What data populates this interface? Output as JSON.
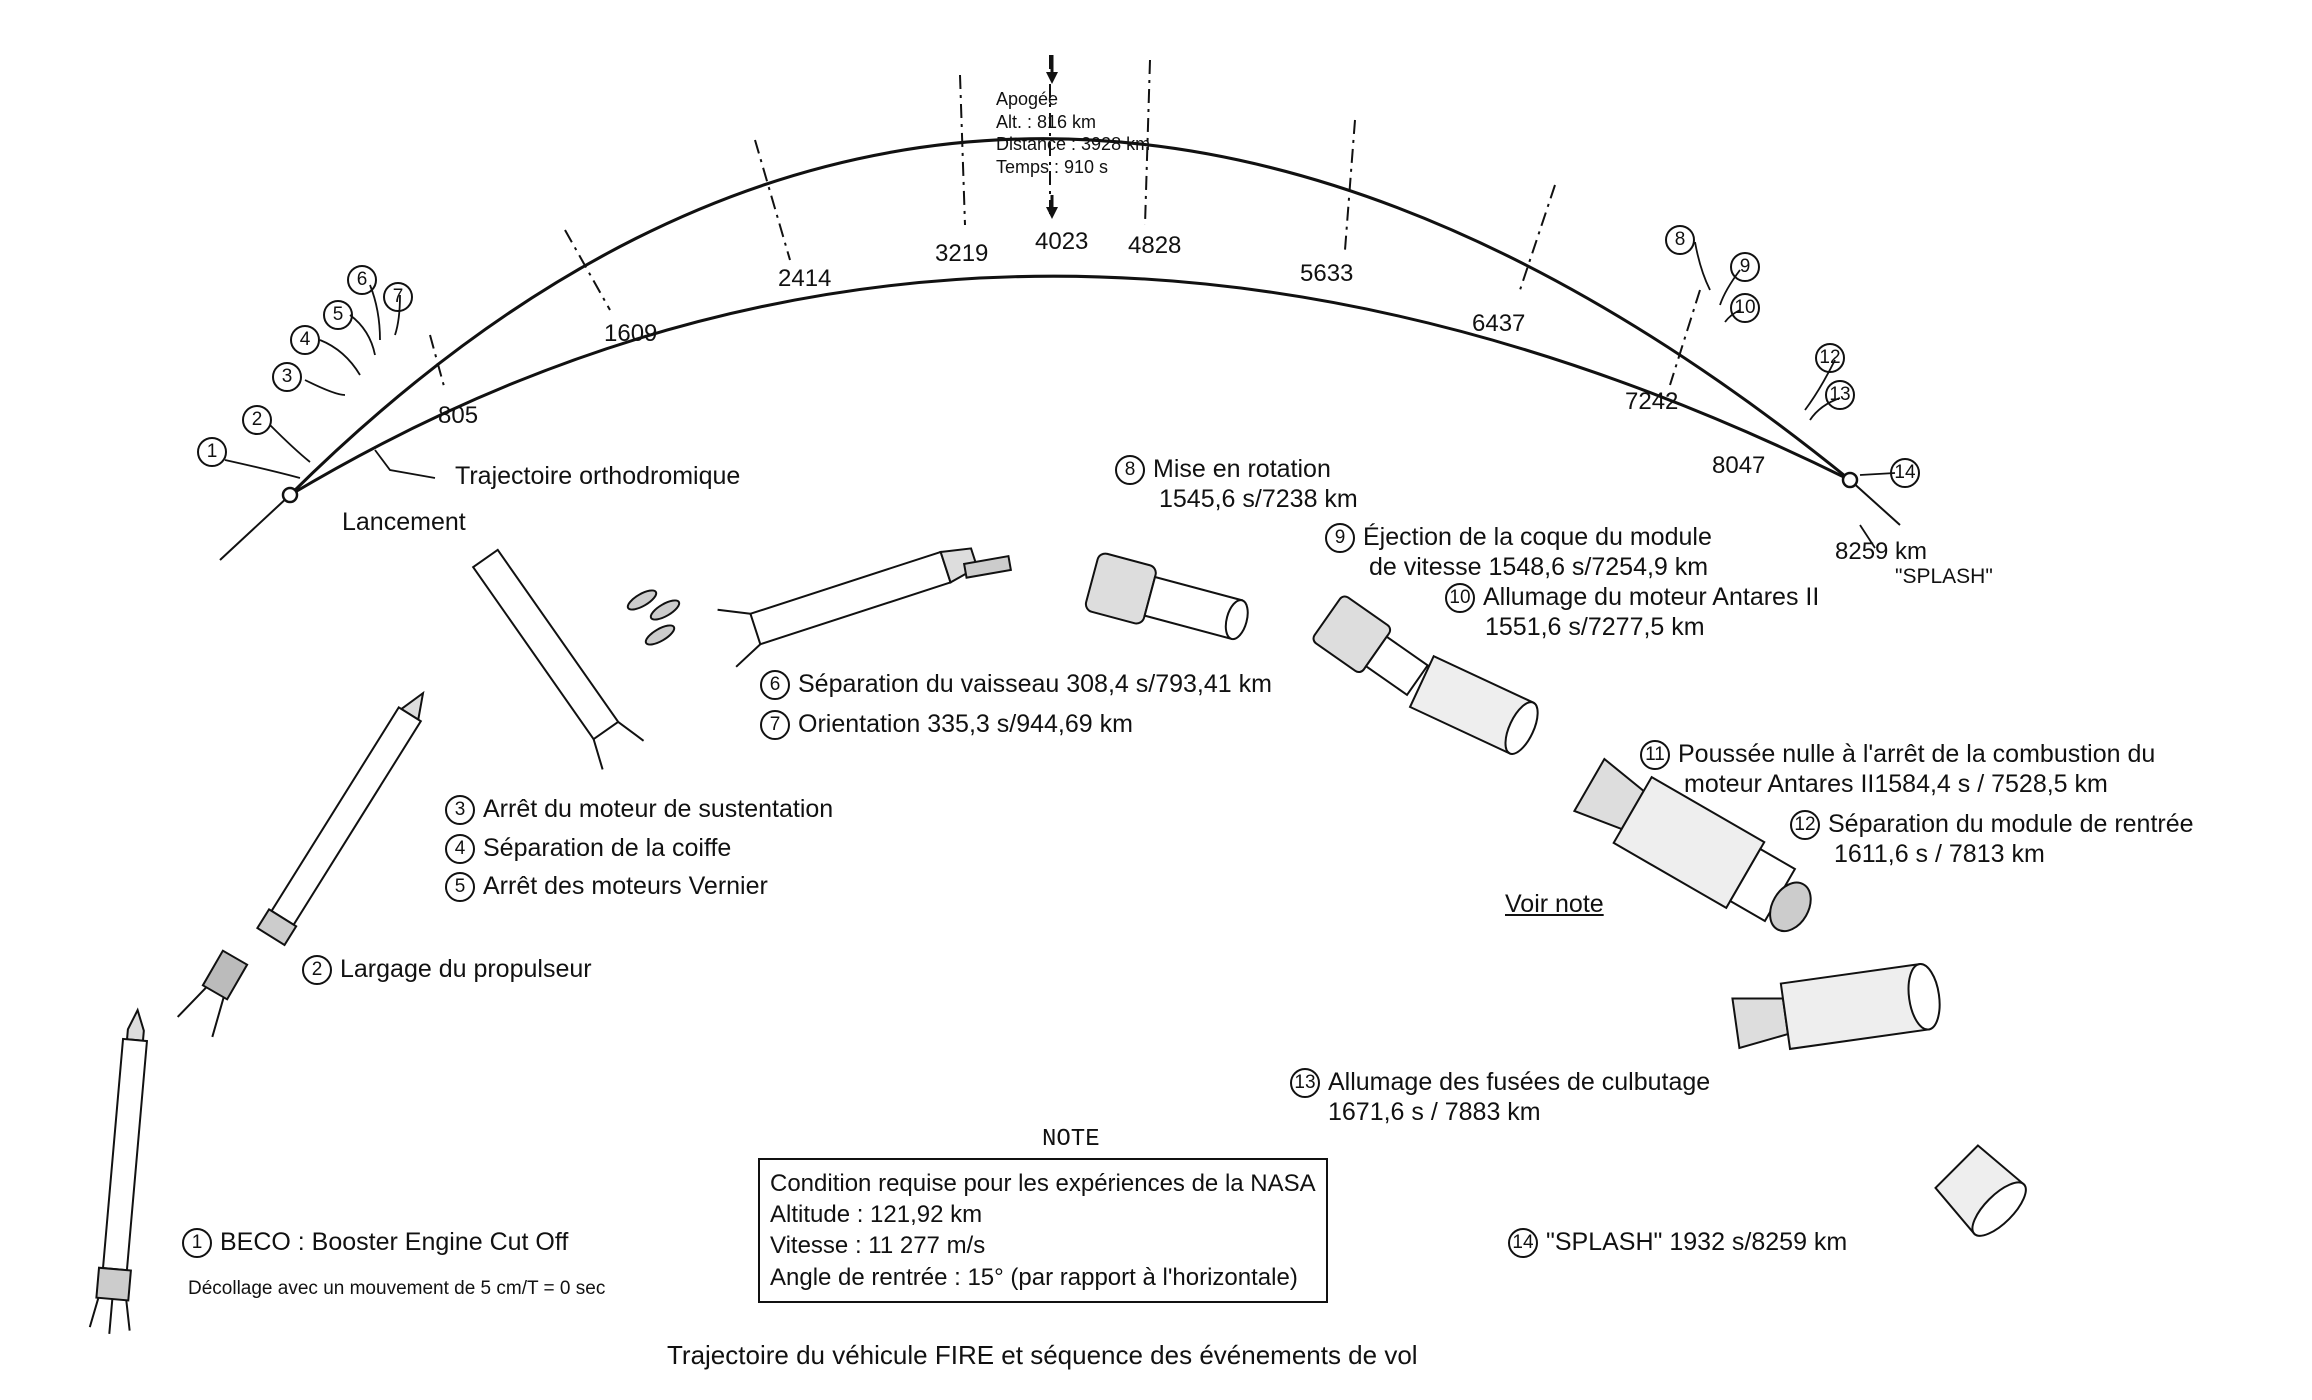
{
  "caption": "Trajectoire du véhicule FIRE et séquence des événements de vol",
  "apogee": {
    "title": "Apogée",
    "alt": "Alt. : 816 km",
    "distance": "Distance : 3928 km",
    "time": "Temps : 910 s"
  },
  "distance_marks": [
    "805",
    "1609",
    "2414",
    "3219",
    "4023",
    "4828",
    "5633",
    "6437",
    "7242",
    "8047",
    "8259 km"
  ],
  "splash_label": "\"SPLASH\"",
  "launch_label": "Lancement",
  "orthodromic_label": "Trajectoire orthodromique",
  "traj_numbers": [
    "1",
    "2",
    "3",
    "4",
    "5",
    "6",
    "7",
    "8",
    "9",
    "10",
    "12",
    "13",
    "14"
  ],
  "events": {
    "e1": {
      "num": "1",
      "text": "BECO : Booster Engine Cut Off"
    },
    "liftoff": "Décollage avec un mouvement de 5 cm/T = 0 sec",
    "e2": {
      "num": "2",
      "text": "Largage du propulseur"
    },
    "e3": {
      "num": "3",
      "text": "Arrêt du moteur de sustentation"
    },
    "e4": {
      "num": "4",
      "text": "Séparation de la coiffe"
    },
    "e5": {
      "num": "5",
      "text": "Arrêt des moteurs Vernier"
    },
    "e6": {
      "num": "6",
      "text": "Séparation du vaisseau 308,4 s/793,41 km"
    },
    "e7": {
      "num": "7",
      "text": "Orientation 335,3 s/944,69 km"
    },
    "e8": {
      "num": "8",
      "text1": "Mise en rotation",
      "text2": "1545,6 s/7238 km"
    },
    "e9": {
      "num": "9",
      "text1": "Éjection de la coque du module",
      "text2": "de vitesse 1548,6 s/7254,9 km"
    },
    "e10": {
      "num": "10",
      "text1": "Allumage du moteur Antares II",
      "text2": "1551,6 s/7277,5 km"
    },
    "e11": {
      "num": "11",
      "text1": "Poussée nulle à l'arrêt de la combustion du",
      "text2": "moteur Antares II1584,4 s / 7528,5 km"
    },
    "e12": {
      "num": "12",
      "text1": "Séparation du module de rentrée",
      "text2": "1611,6 s / 7813 km"
    },
    "e13": {
      "num": "13",
      "text1": "Allumage des fusées de culbutage",
      "text2": "1671,6 s / 7883 km"
    },
    "e14": {
      "num": "14",
      "text": "\"SPLASH\" 1932 s/8259 km"
    }
  },
  "voir_note": "Voir note",
  "note": {
    "title": "NOTE",
    "lines": [
      "Condition requise pour les expériences de la NASA",
      "Altitude : 121,92 km",
      "Vitesse : 11 277 m/s",
      "Angle de rentrée : 15° (par rapport à l'horizontale)"
    ]
  }
}
